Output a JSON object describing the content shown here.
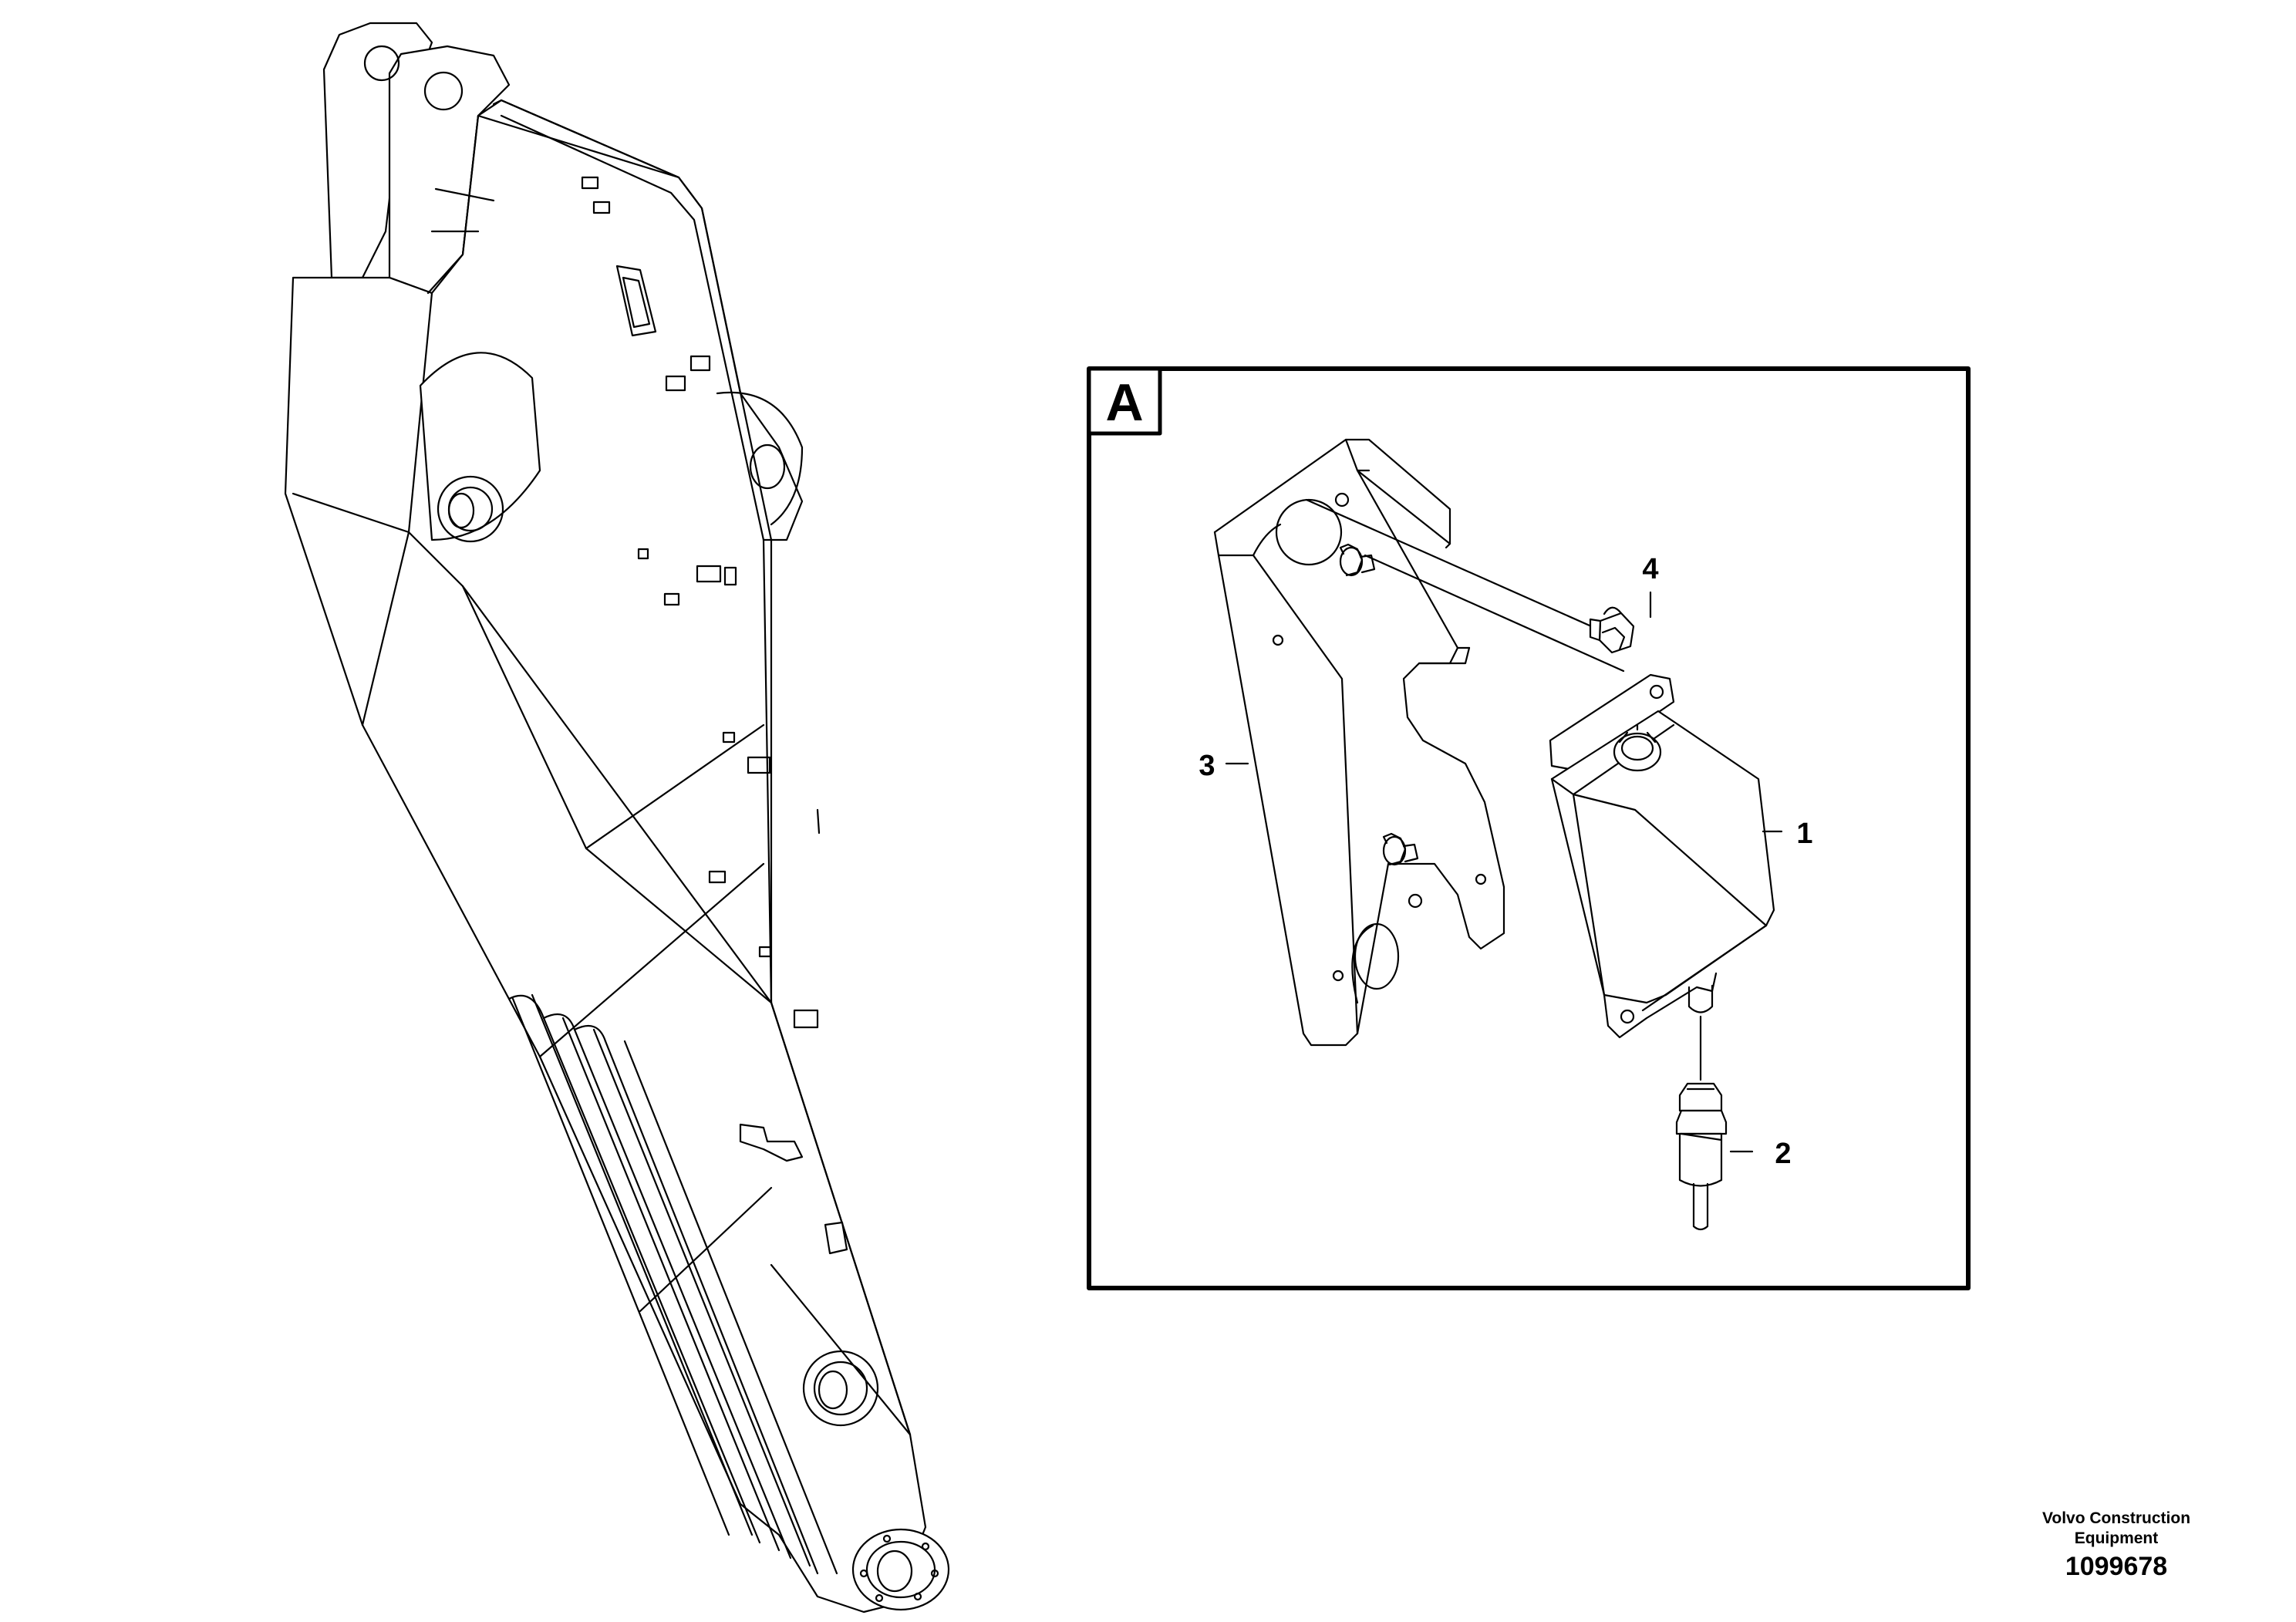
{
  "detail": {
    "letter": "A"
  },
  "callouts": [
    {
      "id": "1",
      "label": "1"
    },
    {
      "id": "2",
      "label": "2"
    },
    {
      "id": "3",
      "label": "3"
    },
    {
      "id": "4",
      "label": "4"
    }
  ],
  "credit": {
    "company": "Volvo Construction Equipment",
    "drawing_number": "1099678"
  }
}
